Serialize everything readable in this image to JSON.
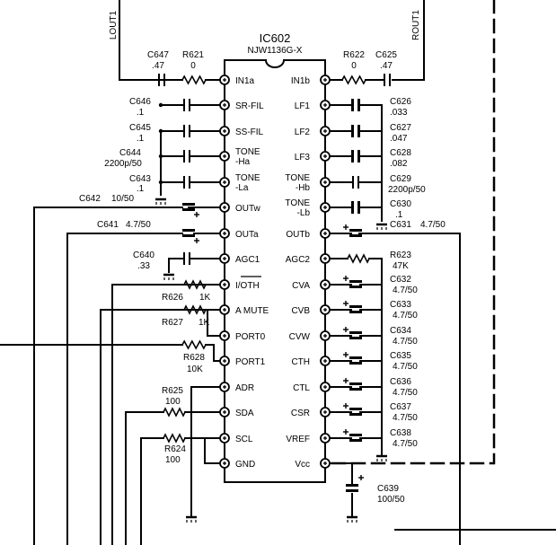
{
  "ic": {
    "name": "IC602",
    "part": "NJW1136G-X"
  },
  "rails": {
    "left": "LOUT1",
    "right": "ROUT1"
  },
  "left_pins": [
    "IN1a",
    "SR-FIL",
    "SS-FIL",
    "TONE\n-Ha",
    "TONE\n-La",
    "OUTw",
    "OUTa",
    "AGC1",
    "I/OTH",
    "A MUTE",
    "PORT0",
    "PORT1",
    "ADR",
    "SDA",
    "SCL",
    "GND"
  ],
  "right_pins": [
    "IN1b",
    "LF1",
    "LF2",
    "LF3",
    "TONE\n-Hb",
    "TONE\n-Lb",
    "OUTb",
    "AGC2",
    "CVA",
    "CVB",
    "CVW",
    "CTH",
    "CTL",
    "CSR",
    "VREF",
    "Vcc"
  ],
  "components": {
    "C647": {
      "ref": "C647",
      "val": ".47"
    },
    "R621": {
      "ref": "R621",
      "val": "0"
    },
    "R622": {
      "ref": "R622",
      "val": "0"
    },
    "C625": {
      "ref": "C625",
      "val": ".47"
    },
    "C646": {
      "ref": "C646",
      "val": ".1"
    },
    "C645": {
      "ref": "C645",
      "val": ".1"
    },
    "C644": {
      "ref": "C644",
      "val": "2200p/50"
    },
    "C643": {
      "ref": "C643",
      "val": ".1"
    },
    "C642": {
      "ref": "C642",
      "val": "10/50"
    },
    "C641": {
      "ref": "C641",
      "val": "4.7/50"
    },
    "C640": {
      "ref": "C640",
      "val": ".33"
    },
    "R626": {
      "ref": "R626",
      "val": "1K"
    },
    "R627": {
      "ref": "R627",
      "val": "1K"
    },
    "R628": {
      "ref": "R628",
      "val": "10K"
    },
    "R625": {
      "ref": "R625",
      "val": "100"
    },
    "R624": {
      "ref": "R624",
      "val": "100"
    },
    "C626": {
      "ref": "C626",
      "val": ".033"
    },
    "C627": {
      "ref": "C627",
      "val": ".047"
    },
    "C628": {
      "ref": "C628",
      "val": ".082"
    },
    "C629": {
      "ref": "C629",
      "val": "2200p/50"
    },
    "C630": {
      "ref": "C630",
      "val": ".1"
    },
    "C631": {
      "ref": "C631",
      "val": "4.7/50"
    },
    "R623": {
      "ref": "R623",
      "val": "47K"
    },
    "C632": {
      "ref": "C632",
      "val": "4.7/50"
    },
    "C633": {
      "ref": "C633",
      "val": "4.7/50"
    },
    "C634": {
      "ref": "C634",
      "val": "4.7/50"
    },
    "C635": {
      "ref": "C635",
      "val": "4.7/50"
    },
    "C636": {
      "ref": "C636",
      "val": "4.7/50"
    },
    "C637": {
      "ref": "C637",
      "val": "4.7/50"
    },
    "C638": {
      "ref": "C638",
      "val": "4.7/50"
    },
    "C639": {
      "ref": "C639",
      "val": "100/50"
    }
  }
}
